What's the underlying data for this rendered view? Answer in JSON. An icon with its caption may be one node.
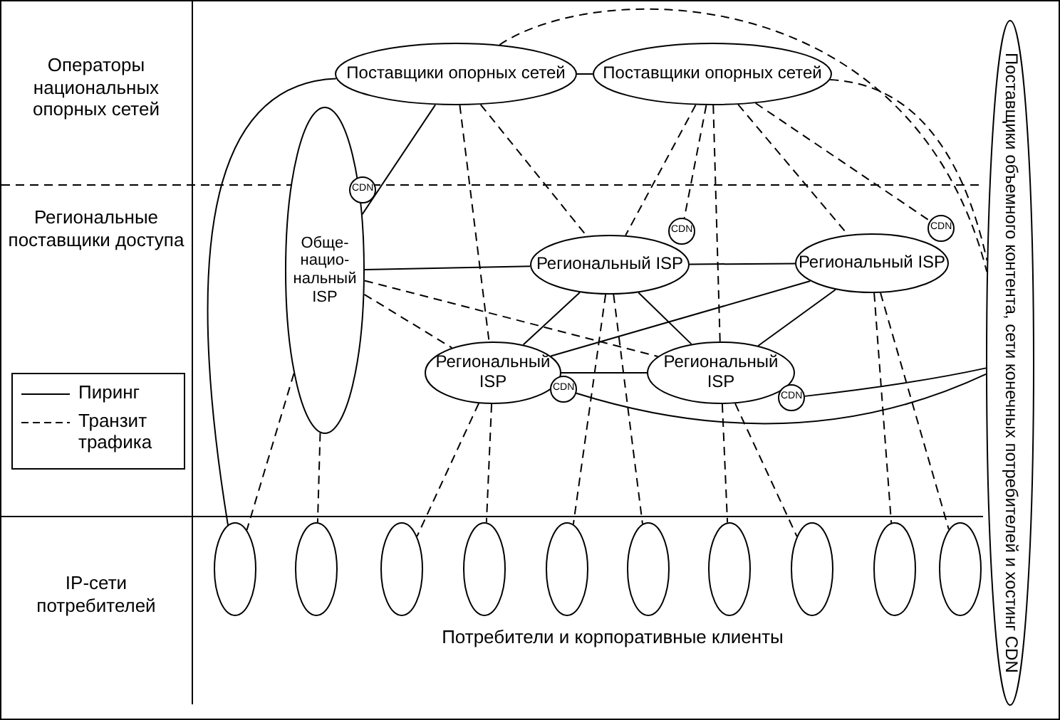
{
  "diagram": {
    "nodes": [
      {
        "text": [
          "Поставщики опорных сетей"
        ]
      },
      {
        "text": [
          "Поставщики опорных сетей"
        ]
      },
      {
        "text": [
          "Обще- нацио- нальный ISP"
        ]
      },
      {
        "text": [
          "Региональный ISP"
        ]
      },
      {
        "text": [
          "Региональный ISP"
        ]
      },
      {
        "text": [
          "Региональный ISP"
        ]
      },
      {
        "text": [
          "Региональный ISP"
        ]
      },
      {
        "text": [
          "Поставщики объемного контента, сети конечных потребителей и хостинг CDN"
        ]
      },
      {
        "text": [
          "CDN"
        ]
      },
      {
        "text": [
          "CDN"
        ]
      },
      {
        "text": [
          "CDN"
        ]
      },
      {
        "text": [
          "CDN"
        ]
      },
      {
        "text": [
          "CDN"
        ]
      },
      {
        "text": [],
        "shape": "circle"
      },
      {
        "text": [],
        "shape": "circle"
      },
      {
        "text": [],
        "shape": "circle"
      },
      {
        "text": [],
        "shape": "circle"
      },
      {
        "text": [],
        "shape": "circle"
      },
      {
        "text": [],
        "shape": "circle"
      },
      {
        "text": [],
        "shape": "circle"
      },
      {
        "text": [],
        "shape": "circle"
      },
      {
        "text": [],
        "shape": "circle"
      },
      {
        "text": [],
        "shape": "circle"
      }
    ],
    "edges": [
      {
        "from": 0,
        "to": 1,
        "arrow": "none"
      },
      {
        "from": 0,
        "to": 13,
        "arrow": "none"
      },
      {
        "from": 0,
        "to": 2,
        "arrow": "none"
      },
      {
        "from": 0,
        "to": 7,
        "arrow": "none",
        "style": "dashed"
      },
      {
        "from": 1,
        "to": 7,
        "arrow": "none",
        "style": "dashed"
      },
      {
        "from": 0,
        "to": 5,
        "arrow": "none",
        "style": "dashed"
      },
      {
        "from": 0,
        "to": 3,
        "arrow": "none",
        "style": "dashed"
      },
      {
        "from": 1,
        "to": 3,
        "arrow": "none",
        "style": "dashed"
      },
      {
        "from": 1,
        "to": 9,
        "arrow": "none",
        "style": "dashed"
      },
      {
        "from": 1,
        "to": 6,
        "arrow": "none",
        "style": "dashed"
      },
      {
        "from": 1,
        "to": 4,
        "arrow": "none",
        "style": "dashed"
      },
      {
        "from": 1,
        "to": 10,
        "arrow": "none",
        "style": "dashed"
      },
      {
        "from": 2,
        "to": 3,
        "arrow": "none"
      },
      {
        "from": 3,
        "to": 4,
        "arrow": "none"
      },
      {
        "from": 2,
        "to": 5,
        "arrow": "none",
        "style": "dashed"
      },
      {
        "from": 2,
        "to": 6,
        "arrow": "none",
        "style": "dashed"
      },
      {
        "from": 3,
        "to": 5,
        "arrow": "none"
      },
      {
        "from": 3,
        "to": 6,
        "arrow": "none"
      },
      {
        "from": 4,
        "to": 5,
        "arrow": "none"
      },
      {
        "from": 4,
        "to": 6,
        "arrow": "none"
      },
      {
        "from": 5,
        "to": 6,
        "arrow": "none"
      },
      {
        "from": 11,
        "to": 7,
        "arrow": "none"
      },
      {
        "from": 12,
        "to": 7,
        "arrow": "none"
      },
      {
        "from": 2,
        "to": 13,
        "arrow": "none",
        "style": "dashed"
      },
      {
        "from": 2,
        "to": 14,
        "arrow": "none",
        "style": "dashed"
      },
      {
        "from": 5,
        "to": 15,
        "arrow": "none",
        "style": "dashed"
      },
      {
        "from": 5,
        "to": 16,
        "arrow": "none",
        "style": "dashed"
      },
      {
        "from": 3,
        "to": 17,
        "arrow": "none",
        "style": "dashed"
      },
      {
        "from": 3,
        "to": 18,
        "arrow": "none",
        "style": "dashed"
      },
      {
        "from": 6,
        "to": 19,
        "arrow": "none",
        "style": "dashed"
      },
      {
        "from": 6,
        "to": 20,
        "arrow": "none",
        "style": "dashed"
      },
      {
        "from": 4,
        "to": 21,
        "arrow": "none",
        "style": "dashed"
      },
      {
        "from": 4,
        "to": 22,
        "arrow": "none",
        "style": "dashed"
      }
    ],
    "labels": [
      "Операторы национальных опорных сетей",
      "Региональные поставщики доступа",
      "IP-сети потребителей",
      "Потребители и корпоративные клиенты"
    ],
    "legend": [
      {
        "text": "Пиринг"
      },
      {
        "text": "Транзит трафика"
      }
    ]
  }
}
